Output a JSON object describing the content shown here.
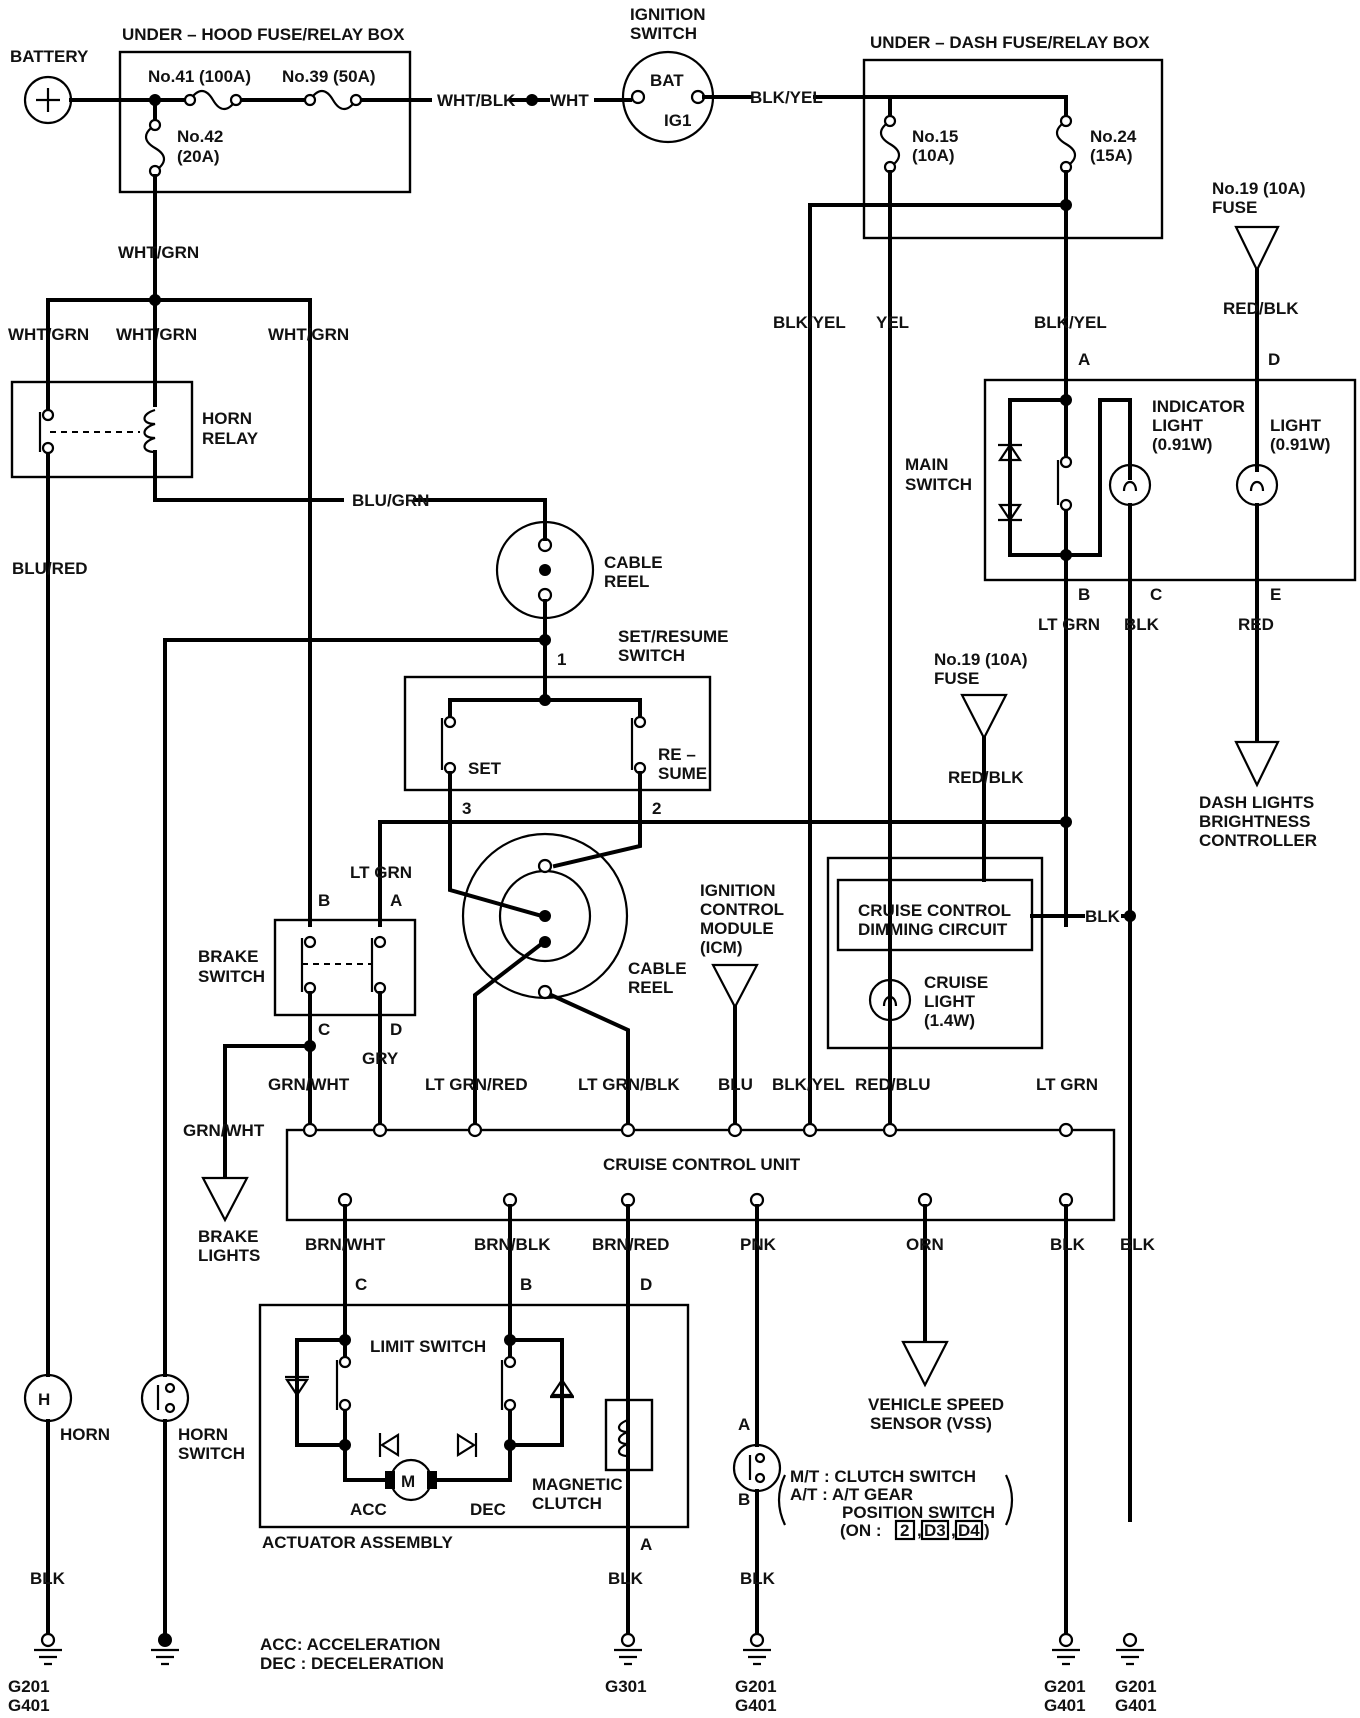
{
  "components": {
    "battery": "BATTERY",
    "underhood_box": "UNDER – HOOD FUSE/RELAY BOX",
    "fuse41": "No.41 (100A)",
    "fuse39": "No.39 (50A)",
    "fuse42": [
      "No.42",
      "(20A)"
    ],
    "ignition_switch": [
      "IGNITION",
      "SWITCH"
    ],
    "bat": "BAT",
    "ig1": "IG1",
    "underdash_box": "UNDER – DASH FUSE/RELAY BOX",
    "fuse15": [
      "No.15",
      "(10A)"
    ],
    "fuse24": [
      "No.24",
      "(15A)"
    ],
    "fuse19_a": [
      "No.19 (10A)",
      "FUSE"
    ],
    "fuse19_b": [
      "No.19 (10A)",
      "FUSE"
    ],
    "horn_relay": [
      "HORN",
      "RELAY"
    ],
    "main_switch": [
      "MAIN",
      "SWITCH"
    ],
    "indicator_light": [
      "INDICATOR",
      "LIGHT",
      "(0.91W)"
    ],
    "light": [
      "LIGHT",
      "(0.91W)"
    ],
    "cable_reel_top": [
      "CABLE",
      "REEL"
    ],
    "cable_reel_mid": [
      "CABLE",
      "REEL"
    ],
    "set_resume_switch": [
      "SET/RESUME",
      "SWITCH"
    ],
    "set": "SET",
    "resume": [
      "RE –",
      "SUME"
    ],
    "dash_lights": [
      "DASH LIGHTS",
      "BRIGHTNESS",
      "CONTROLLER"
    ],
    "brake_switch": [
      "BRAKE",
      "SWITCH"
    ],
    "icm": [
      "IGNITION",
      "CONTROL",
      "MODULE",
      "(ICM)"
    ],
    "dimming": [
      "CRUISE CONTROL",
      "DIMMING CIRCUIT"
    ],
    "cruise_light": [
      "CRUISE",
      "LIGHT",
      "(1.4W)"
    ],
    "ccu": "CRUISE CONTROL UNIT",
    "brake_lights": [
      "BRAKE",
      "LIGHTS"
    ],
    "limit_switch": "LIMIT SWITCH",
    "actuator": "ACTUATOR ASSEMBLY",
    "acc": "ACC",
    "dec": "DEC",
    "motor": "M",
    "magnetic_clutch": [
      "MAGNETIC",
      "CLUTCH"
    ],
    "vss": [
      "VEHICLE SPEED",
      "SENSOR (VSS)"
    ],
    "clutch_note": [
      "M/T  :  CLUTCH SWITCH",
      "A/T  :  A/T GEAR",
      "POSITION SWITCH",
      "(ON :",
      "2",
      ",",
      "D3",
      ",",
      "D4",
      ")"
    ],
    "horn": "HORN",
    "horn_symbol": "H",
    "horn_switch": [
      "HORN",
      "SWITCH"
    ],
    "legend": [
      "ACC: ACCELERATION",
      "DEC : DECELERATION"
    ]
  },
  "wires": {
    "wht_blk": "WHT/BLK",
    "wht": "WHT",
    "blk_yel_top": "BLK/YEL",
    "wht_grn_1": "WHT/GRN",
    "wht_grn_2": "WHT/GRN",
    "wht_grn_3": "WHT/GRN",
    "wht_grn_4": "WHT/GRN",
    "blu_red": "BLU/RED",
    "blu_grn": "BLU/GRN",
    "blk_yel_l": "BLK/YEL",
    "yel": "YEL",
    "blk_yel_r": "BLK/YEL",
    "red_blk_top": "RED/BLK",
    "lt_grn_b": "LT GRN",
    "blk_c": "BLK",
    "red_e": "RED",
    "red_blk_mid": "RED/BLK",
    "lt_grn_brake": "LT GRN",
    "blk_mid": "BLK",
    "grn_wht": "GRN/WHT",
    "gry": "GRY",
    "lt_grn_red": "LT GRN/RED",
    "lt_grn_blk": "LT GRN/BLK",
    "blu": "BLU",
    "blk_yel_ccu": "BLK/YEL",
    "red_blu": "RED/BLU",
    "lt_grn_ccu": "LT GRN",
    "grn_wht_2": "GRN/WHT",
    "brn_wht": "BRN/WHT",
    "brn_blk": "BRN/BLK",
    "brn_red": "BRN/RED",
    "pnk": "PNK",
    "orn": "ORN",
    "blk_ccu": "BLK",
    "blk_far": "BLK",
    "blk_horn": "BLK",
    "blk_g301": "BLK",
    "blk_clutch": "BLK"
  },
  "pins": {
    "a": "A",
    "b": "B",
    "c": "C",
    "d": "D",
    "e": "E",
    "p1": "1",
    "p2": "2",
    "p3": "3"
  },
  "grounds": {
    "g1": [
      "G201",
      "G401"
    ],
    "g301": "G301",
    "g2": [
      "G201",
      "G401"
    ],
    "g3": [
      "G201",
      "G401"
    ],
    "g4": [
      "G201",
      "G401"
    ]
  }
}
